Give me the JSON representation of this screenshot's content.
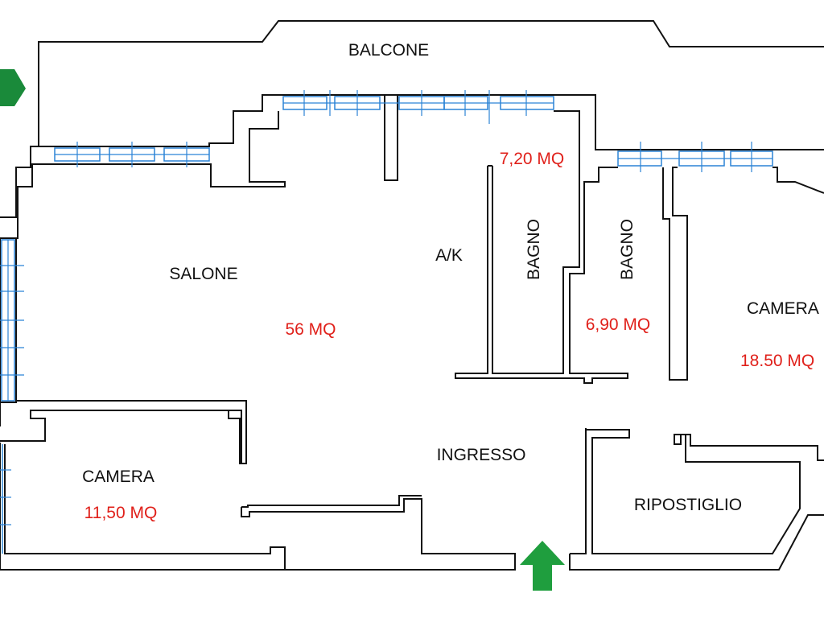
{
  "rooms": {
    "balcone": {
      "label": "BALCONE"
    },
    "salone": {
      "label": "SALONE",
      "area": "56 MQ"
    },
    "ak": {
      "label": "A/K"
    },
    "bagno1": {
      "label": "BAGNO",
      "area": "7,20 MQ"
    },
    "bagno2": {
      "label": "BAGNO",
      "area": "6,90 MQ"
    },
    "camera_right": {
      "label": "CAMERA",
      "area": "18.50 MQ"
    },
    "camera_left": {
      "label": "CAMERA",
      "area": "11,50 MQ"
    },
    "ingresso": {
      "label": "INGRESSO"
    },
    "ripostiglio": {
      "label": "RIPOSTIGLIO"
    }
  },
  "colors": {
    "walls": "#111111",
    "windows": "#2b83d6",
    "area_text": "#e0201a",
    "entrance_arrow": "#1f9e3e",
    "balcony_arrow": "#1a8a3a"
  },
  "icons": {
    "entrance": "arrow-up-icon",
    "balcony_access": "arrow-right-icon"
  }
}
